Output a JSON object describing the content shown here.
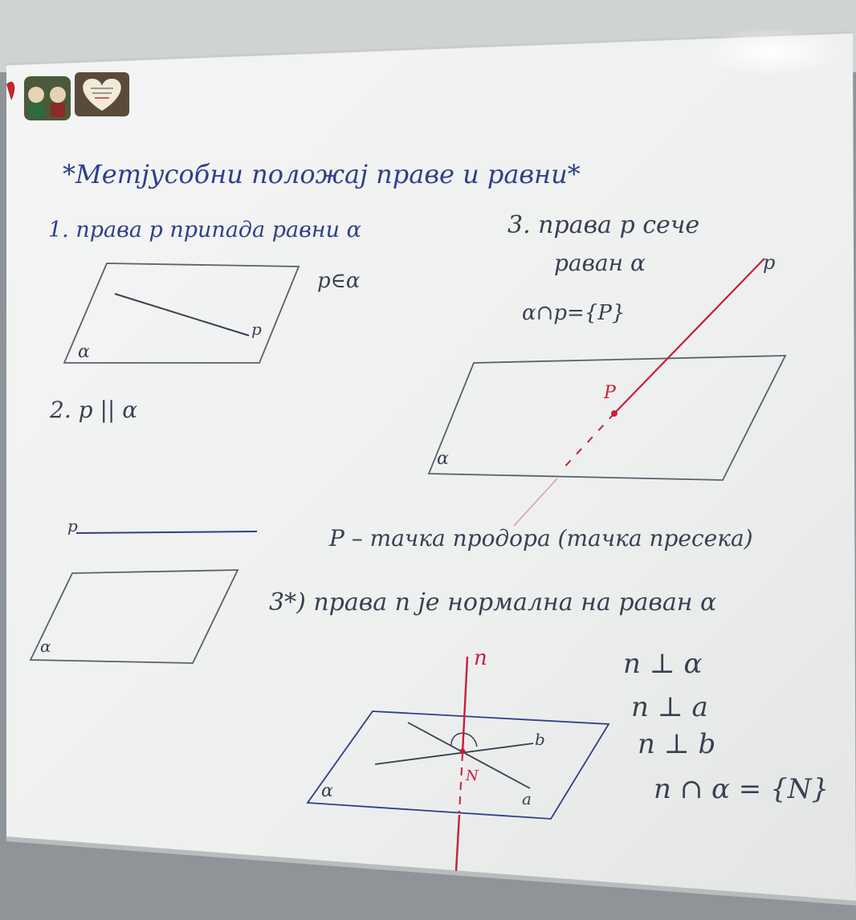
{
  "board": {
    "title": "*Метјусобни положај праве и равни*",
    "case1": {
      "heading": "1. права p припада равни α",
      "relation": "p∈α",
      "line_label": "p",
      "plane_label": "α"
    },
    "case2": {
      "heading": "2. p || α",
      "line_label": "p",
      "plane_label": "α"
    },
    "case3": {
      "heading_line1": "3. права p сече",
      "heading_line2": "раван α",
      "relation": "α∩p={P}",
      "line_label": "p",
      "point_label": "P",
      "plane_label": "α",
      "note": "P – тачка продора (тачка пресека)"
    },
    "case3star": {
      "heading": "3*) права n је нормална на раван α",
      "normal_label": "n",
      "point_label": "N",
      "line_a_label": "a",
      "line_b_label": "b",
      "plane_label": "α",
      "relations": [
        "n ⊥ α",
        "n ⊥ a",
        "n ⊥ b",
        "n ∩ α = {N}"
      ]
    }
  },
  "colors": {
    "board": "#f1f2f1",
    "marker_blue": "#2f3f8a",
    "marker_dark": "#3a3f52",
    "marker_red": "#c81f3a",
    "wall": "#8f9498"
  },
  "icons": [
    "fridge-magnet-icon",
    "heart-magnet-icon"
  ]
}
